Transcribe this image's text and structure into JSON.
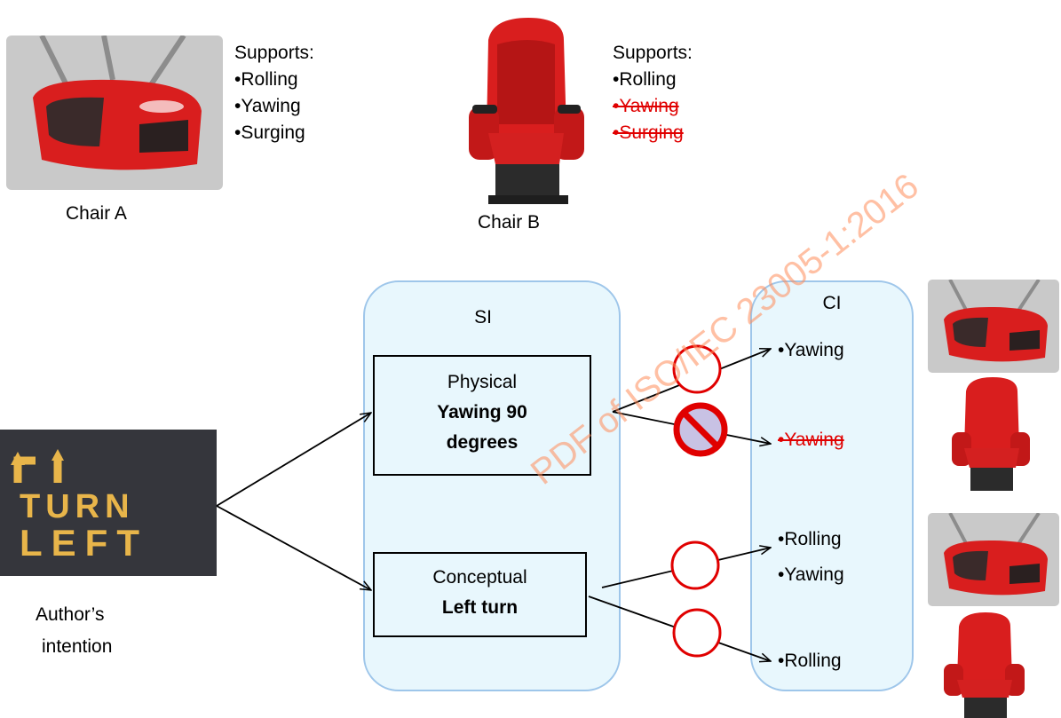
{
  "chair_a": {
    "supports_label": "Supports:",
    "items": [
      "•Rolling",
      "•Yawing",
      "•Surging"
    ],
    "caption": "Chair A"
  },
  "chair_b": {
    "supports_label": "Supports:",
    "items": [
      "•Rolling",
      "•Yawing",
      "•Surging"
    ],
    "caption": "Chair B"
  },
  "si": {
    "title": "SI",
    "physical_label": "Physical",
    "physical_value_line1": "Yawing 90",
    "physical_value_line2": "degrees",
    "conceptual_label": "Conceptual",
    "conceptual_value": "Left turn"
  },
  "ci": {
    "title": "CI",
    "row1": "•Yawing",
    "row2": "•Yawing",
    "row3a": "•Rolling",
    "row3b": "•Yawing",
    "row4": "•Rolling"
  },
  "author": {
    "line1": "Author’s",
    "line2": "intention",
    "sign_text_1": "TURN",
    "sign_text_2": "LEFT"
  },
  "watermark": "PDF of ISO/IEC 23005-1:2016",
  "colors": {
    "panel_fill": "#e8f7fd",
    "panel_border": "#9ec6ea",
    "chair_red": "#d91e1e",
    "strike_red": "#e00000",
    "sign_yellow": "#e8b54a"
  }
}
